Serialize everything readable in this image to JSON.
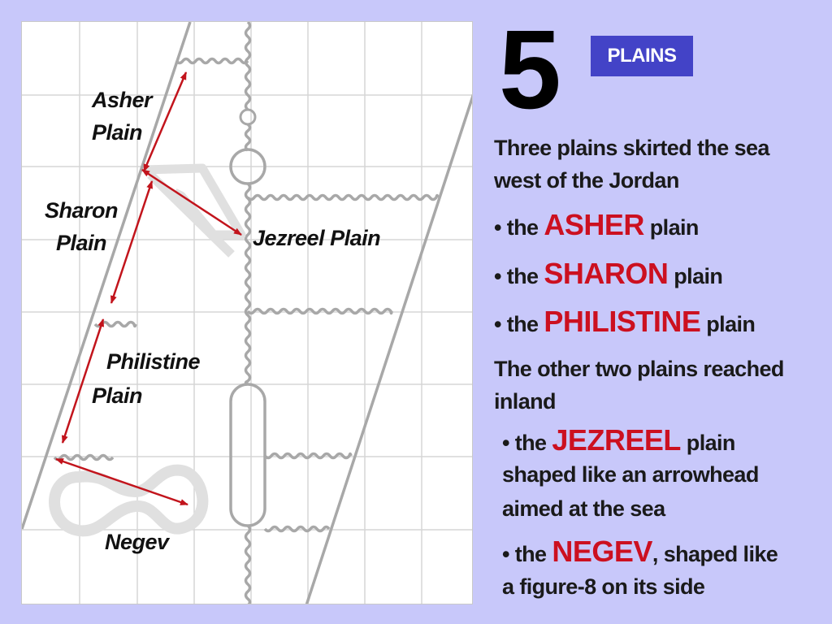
{
  "slide": {
    "number": "5",
    "tag": "PLAINS"
  },
  "colors": {
    "background": "#c8c8fa",
    "tag_background": "#4343c7",
    "highlight": "#cc1020",
    "arrow": "#c2141c",
    "map_lines": "#a8a8a8"
  },
  "map": {
    "labels": {
      "asher_line1": "Asher",
      "asher_line2": "Plain",
      "sharon_line1": "Sharon",
      "sharon_line2": "Plain",
      "jezreel": "Jezreel Plain",
      "philistine_line1": "Philistine",
      "philistine_line2": "Plain",
      "negev": "Negev"
    }
  },
  "text": {
    "intro_line1": "Three plains skirted the sea",
    "intro_line2": "west of the Jordan",
    "bullets_coastal": [
      {
        "prefix": "• the ",
        "name": "ASHER",
        "suffix": " plain"
      },
      {
        "prefix": "• the ",
        "name": "SHARON",
        "suffix": " plain"
      },
      {
        "prefix": "• the ",
        "name": "PHILISTINE",
        "suffix": " plain"
      }
    ],
    "inland_line1": "The other two plains reached",
    "inland_line2": "inland",
    "jezreel": {
      "prefix": "• the ",
      "name": "JEZREEL",
      "suffix": " plain",
      "line2": "shaped like an arrowhead",
      "line3": "aimed at the sea"
    },
    "negev": {
      "prefix": "• the ",
      "name": "NEGEV",
      "suffix": ", shaped like",
      "line2": "a figure-8 on its side"
    }
  }
}
